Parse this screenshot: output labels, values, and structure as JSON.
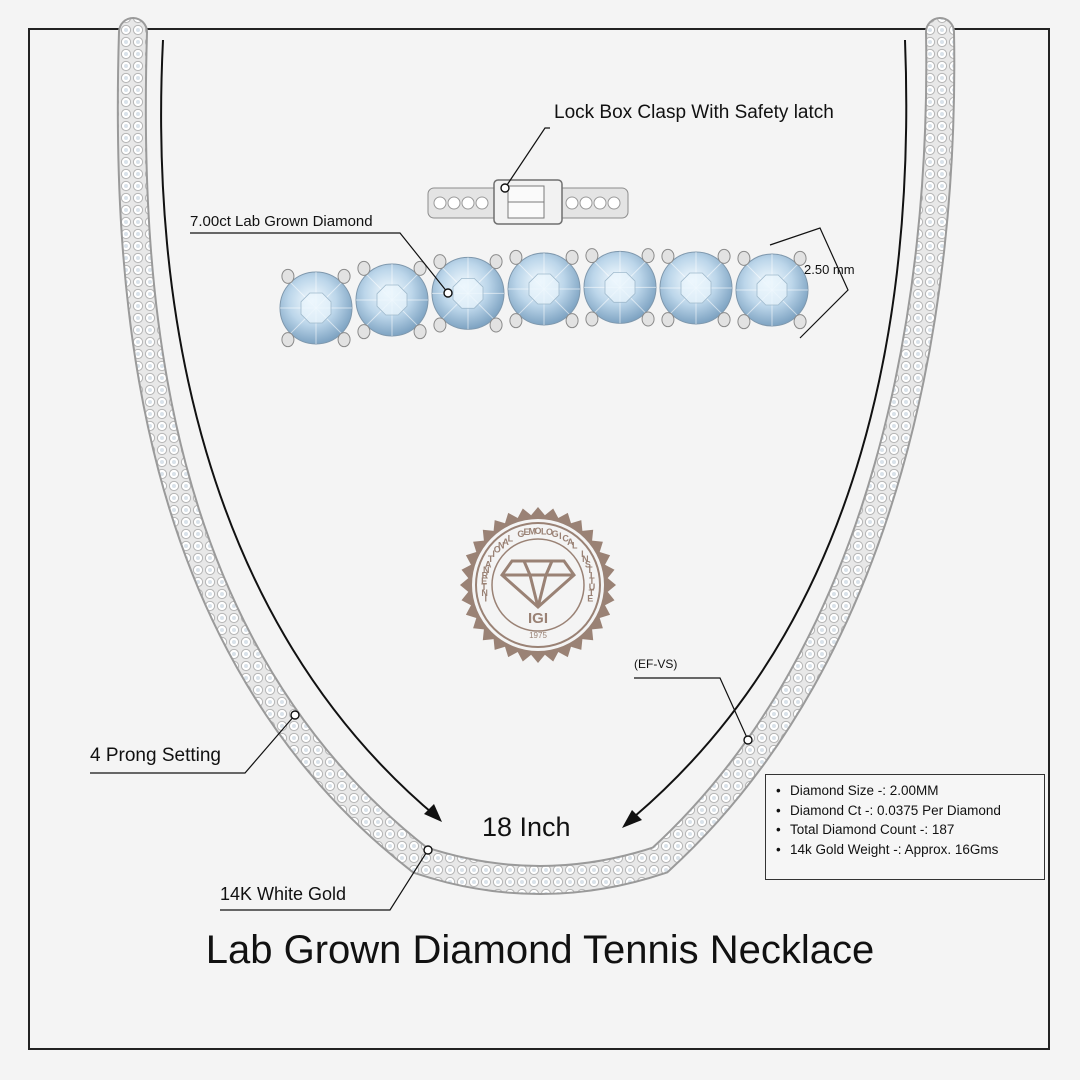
{
  "title": "Lab Grown Diamond Tennis Necklace",
  "callouts": {
    "clasp": "Lock Box Clasp With Safety latch",
    "diamond": "7.00ct Lab Grown Diamond",
    "size": "2.50 mm",
    "grade": "(EF-VS)",
    "prong": "4 Prong Setting",
    "metal": "14K White Gold",
    "length": "18 Inch"
  },
  "badge": {
    "ring_text": "INTERNATIONAL GEMOLOGICAL INSTITUTE",
    "logo": "IGI",
    "year": "1975",
    "color": "#9a8275"
  },
  "specs": [
    "Diamond Size -: 2.00MM",
    "Diamond Ct -: 0.0375 Per Diamond",
    "Total Diamond Count -: 187",
    "14k Gold Weight -:  Approx. 16Gms"
  ],
  "colors": {
    "diamond": "#b8d4e8",
    "metal": "#d6d6d6",
    "ink": "#111111"
  }
}
